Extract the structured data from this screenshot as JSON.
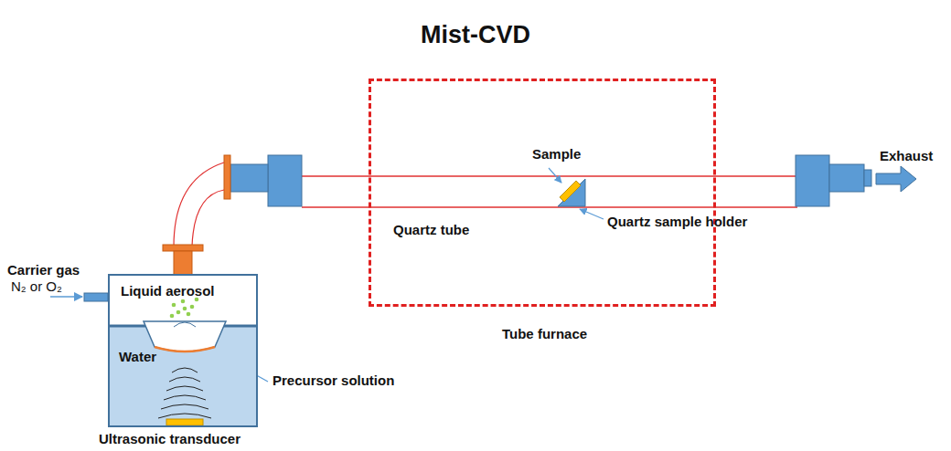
{
  "diagram": {
    "title": "Mist-CVD",
    "nodes": [
      {
        "text": [
          "Tube furnace"
        ]
      },
      {
        "text": [
          "Liquid aerosol",
          "Water"
        ]
      }
    ],
    "labels": [
      "Carrier gas",
      "N₂ or O₂",
      "Precursor solution",
      "Ultrasonic transducer",
      "Sample",
      "Quartz tube",
      "Quartz sample holder",
      "Exhaust"
    ]
  }
}
